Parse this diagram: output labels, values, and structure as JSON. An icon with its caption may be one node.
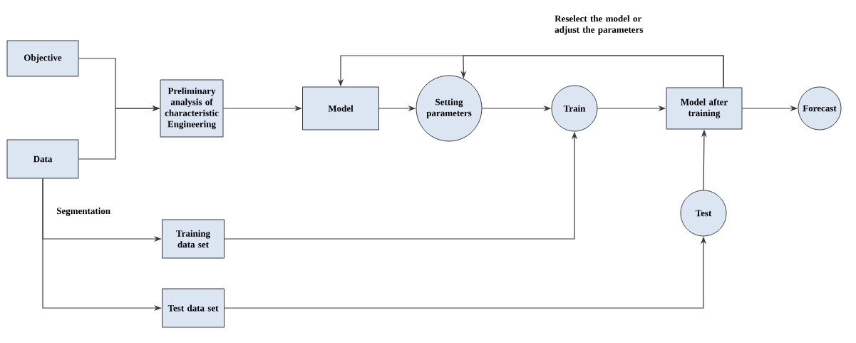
{
  "diagram": {
    "nodes": [
      {
        "text": [
          "Objective"
        ]
      },
      {
        "text": [
          "Data"
        ]
      },
      {
        "text": [
          "Preliminary analysis of characteristic Engineering"
        ]
      },
      {
        "text": [
          "Model"
        ]
      },
      {
        "text": [
          "Setting parameters"
        ]
      },
      {
        "text": [
          "Train"
        ]
      },
      {
        "text": [
          "Model after training"
        ]
      },
      {
        "text": [
          "Forecast"
        ]
      },
      {
        "text": [
          "Training data set"
        ]
      },
      {
        "text": [
          "Test"
        ]
      },
      {
        "text": [
          "Test data set"
        ]
      }
    ],
    "edges": [
      {
        "from": 0,
        "to": 2,
        "arrow": "to"
      },
      {
        "from": 1,
        "to": 2,
        "arrow": "to"
      },
      {
        "from": 2,
        "to": 3,
        "arrow": "to"
      },
      {
        "from": 3,
        "to": 4,
        "arrow": "to"
      },
      {
        "from": 4,
        "to": 5,
        "arrow": "to"
      },
      {
        "from": 5,
        "to": 6,
        "arrow": "to"
      },
      {
        "from": 6,
        "to": 7,
        "arrow": "to"
      },
      {
        "from": 6,
        "to": 3,
        "arrow": "to",
        "label": "Reselect the model or adjust the parameters"
      },
      {
        "from": 6,
        "to": 4,
        "arrow": "to"
      },
      {
        "from": 1,
        "to": 8,
        "arrow": "to",
        "label": "Segmentation"
      },
      {
        "from": 1,
        "to": 10,
        "arrow": "to"
      },
      {
        "from": 8,
        "to": 5,
        "arrow": "to"
      },
      {
        "from": 10,
        "to": 9,
        "arrow": "to"
      },
      {
        "from": 9,
        "to": 6,
        "arrow": "to"
      }
    ]
  }
}
